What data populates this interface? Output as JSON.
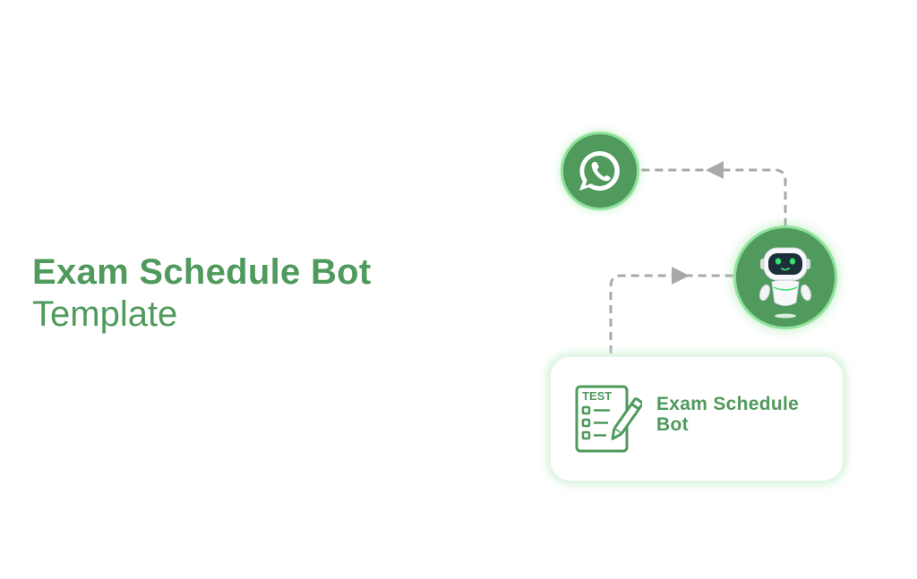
{
  "headline": {
    "title": "Exam Schedule Bot",
    "subtitle": "Template"
  },
  "diagram": {
    "nodes": [
      {
        "id": "whatsapp",
        "icon": "whatsapp-icon"
      },
      {
        "id": "bot",
        "icon": "robot-icon"
      },
      {
        "id": "exam-schedule-bot",
        "icon": "test-sheet-icon",
        "label": "Exam Schedule Bot"
      }
    ],
    "edges": [
      {
        "from": "exam-schedule-bot",
        "to": "bot"
      },
      {
        "from": "bot",
        "to": "whatsapp"
      }
    ],
    "card_icon_text": "TEST"
  },
  "colors": {
    "brand_green": "#4f9a5c",
    "glow_green": "#8fe29a",
    "connector_gray": "#a9a9a9",
    "eye_green": "#35e06b"
  }
}
